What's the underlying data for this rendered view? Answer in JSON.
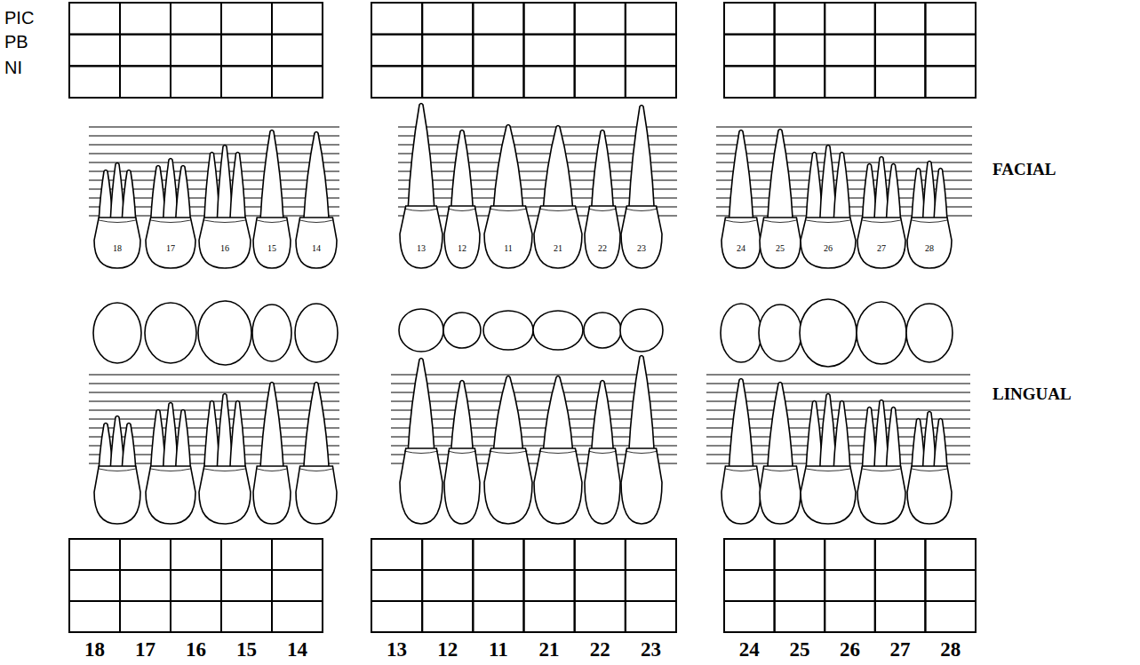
{
  "diagram": {
    "labels": [
      "PIC",
      "PB",
      "NI",
      "FACIAL",
      "LINGUAL",
      "18",
      "17",
      "16",
      "15",
      "14",
      "13",
      "12",
      "11",
      "21",
      "22",
      "23",
      "24",
      "25",
      "26",
      "27",
      "28",
      "18",
      "17",
      "16",
      "15",
      "14",
      "13",
      "12",
      "11",
      "21",
      "22",
      "23",
      "24",
      "25",
      "26",
      "27",
      "28"
    ]
  }
}
